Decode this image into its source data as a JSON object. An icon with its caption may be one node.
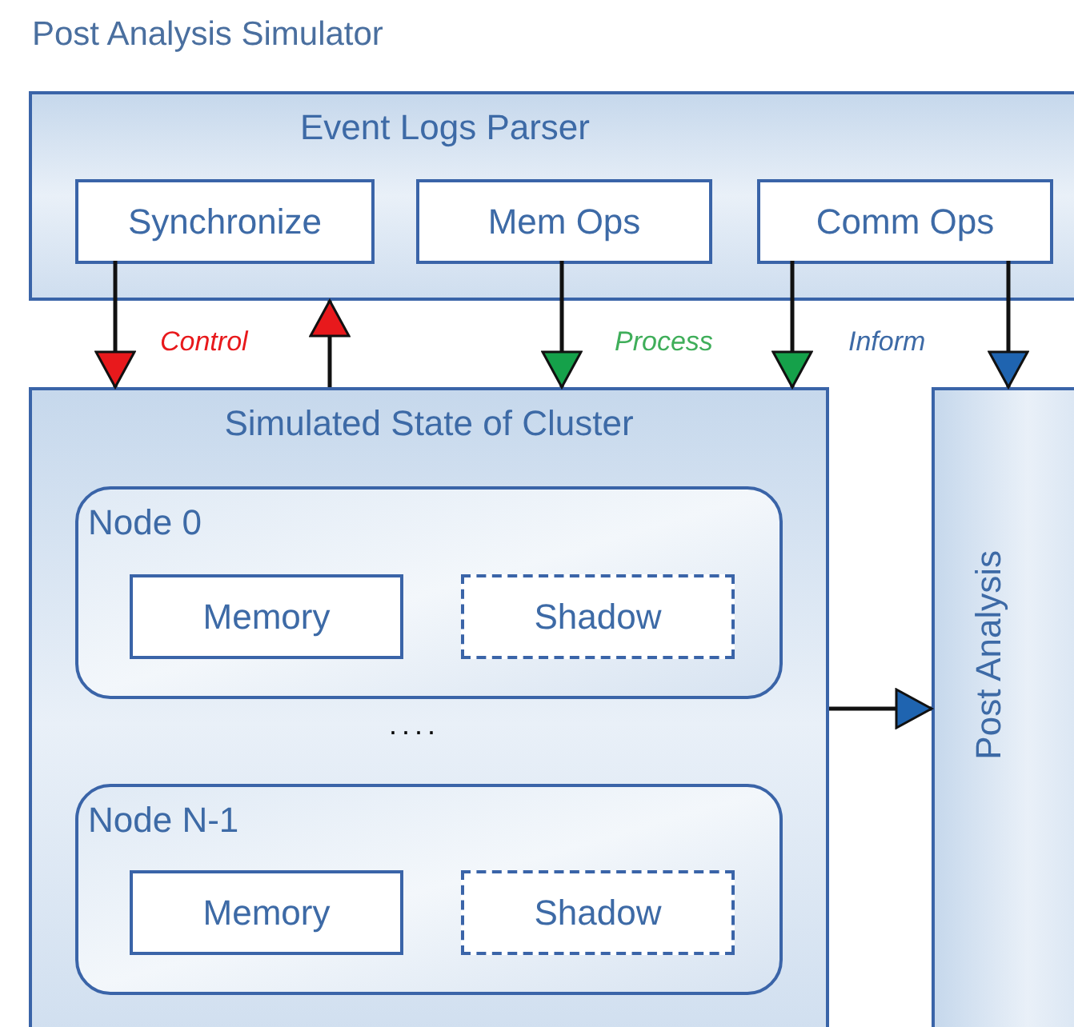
{
  "diagram": {
    "title": "Post Analysis Simulator",
    "nodes": [
      {
        "text": [
          "Event Logs Parser"
        ]
      },
      {
        "text": [
          "Synchronize"
        ],
        "in": 0
      },
      {
        "text": [
          "Mem Ops"
        ],
        "in": 0
      },
      {
        "text": [
          "Comm Ops"
        ],
        "in": 0
      },
      {
        "text": [
          "Simulated State of Cluster"
        ]
      },
      {
        "text": [
          "Node 0"
        ],
        "in": 4
      },
      {
        "text": [
          "Memory"
        ],
        "in": 5
      },
      {
        "text": [
          "Shadow"
        ],
        "in": 5
      },
      {
        "text": [
          "Node N-1"
        ],
        "in": 4
      },
      {
        "text": [
          "Memory"
        ],
        "in": 8
      },
      {
        "text": [
          "Shadow"
        ],
        "in": 8
      },
      {
        "text": [
          "Post Analysis"
        ]
      }
    ],
    "edges": [
      {
        "from": 1,
        "to": 4,
        "arrow": "to"
      },
      {
        "from": 4,
        "to": 0,
        "arrow": "to"
      },
      {
        "from": 2,
        "to": 4,
        "arrow": "to"
      },
      {
        "from": 3,
        "to": 4,
        "arrow": "to"
      },
      {
        "from": 3,
        "to": 11,
        "arrow": "to"
      },
      {
        "from": 4,
        "to": 11,
        "arrow": "to"
      }
    ],
    "labels": [
      "Control",
      "Process",
      "Inform",
      "...."
    ]
  }
}
